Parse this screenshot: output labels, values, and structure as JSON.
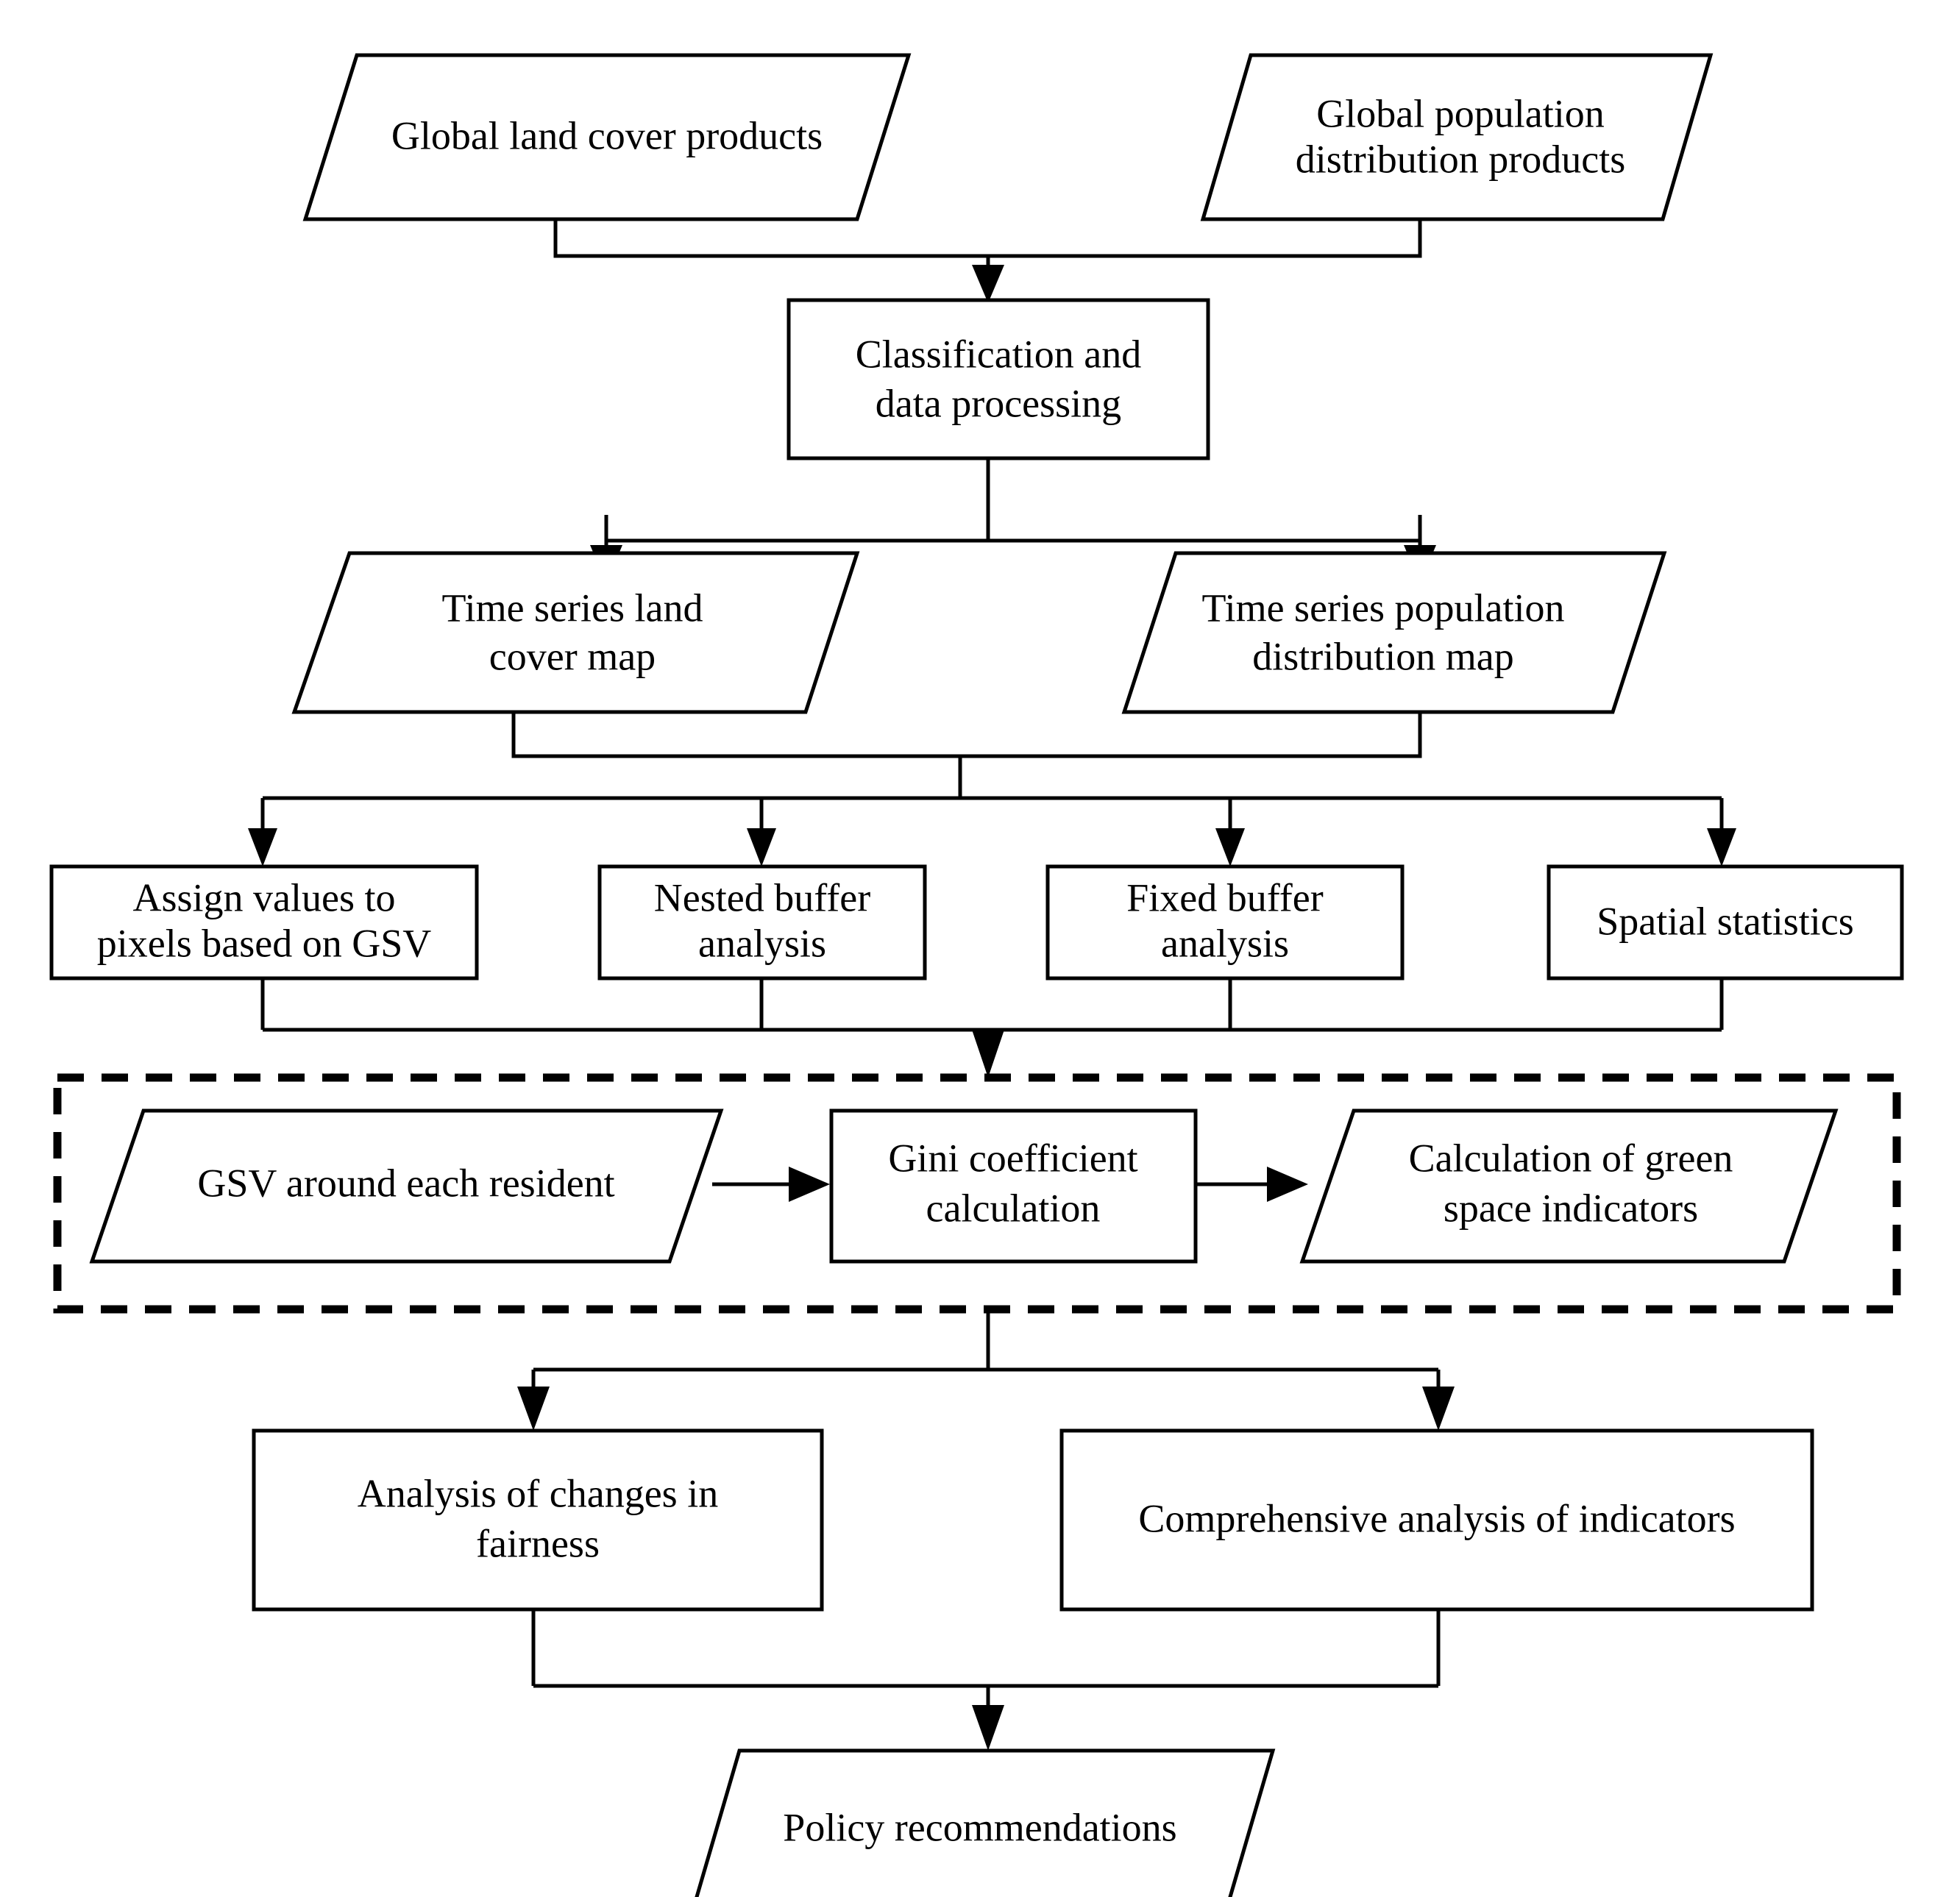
{
  "diagram": {
    "title": "Research workflow flowchart for green space equity analysis",
    "background_color": "#ffffff",
    "line_color": "#000000",
    "text_color": "#000000"
  },
  "nodes": {
    "global_land_cover": {
      "label": "Global land cover products",
      "shape": "parallelogram"
    },
    "global_population": {
      "label_line1": "Global population",
      "label_line2": "distribution products",
      "shape": "parallelogram"
    },
    "classification": {
      "label_line1": "Classification and",
      "label_line2": "data processing",
      "shape": "rectangle"
    },
    "ts_land_cover": {
      "label_line1": "Time series land",
      "label_line2": "cover map",
      "shape": "parallelogram"
    },
    "ts_population": {
      "label_line1": "Time series population",
      "label_line2": "distribution map",
      "shape": "parallelogram"
    },
    "assign_values": {
      "label_line1": "Assign values to",
      "label_line2": "pixels based on GSV",
      "shape": "rectangle"
    },
    "nested_buffer": {
      "label_line1": "Nested buffer",
      "label_line2": "analysis",
      "shape": "rectangle"
    },
    "fixed_buffer": {
      "label_line1": "Fixed buffer",
      "label_line2": "analysis",
      "shape": "rectangle"
    },
    "spatial_statistics": {
      "label": "Spatial statistics",
      "shape": "rectangle"
    },
    "gsv_resident": {
      "label": "GSV around each resident",
      "shape": "parallelogram"
    },
    "gini_calc": {
      "label_line1": "Gini coefficient",
      "label_line2": "calculation",
      "shape": "rectangle"
    },
    "green_indicators": {
      "label_line1": "Calculation of green",
      "label_line2": "space indicators",
      "shape": "parallelogram"
    },
    "fairness_changes": {
      "label_line1": "Analysis of changes in",
      "label_line2": "fairness",
      "shape": "rectangle"
    },
    "comprehensive_analysis": {
      "label": "Comprehensive analysis of indicators",
      "shape": "rectangle"
    },
    "policy_recommendations": {
      "label": "Policy recommendations",
      "shape": "parallelogram"
    }
  },
  "group_box": {
    "name": "gini-analysis-group",
    "style": "dashed"
  }
}
